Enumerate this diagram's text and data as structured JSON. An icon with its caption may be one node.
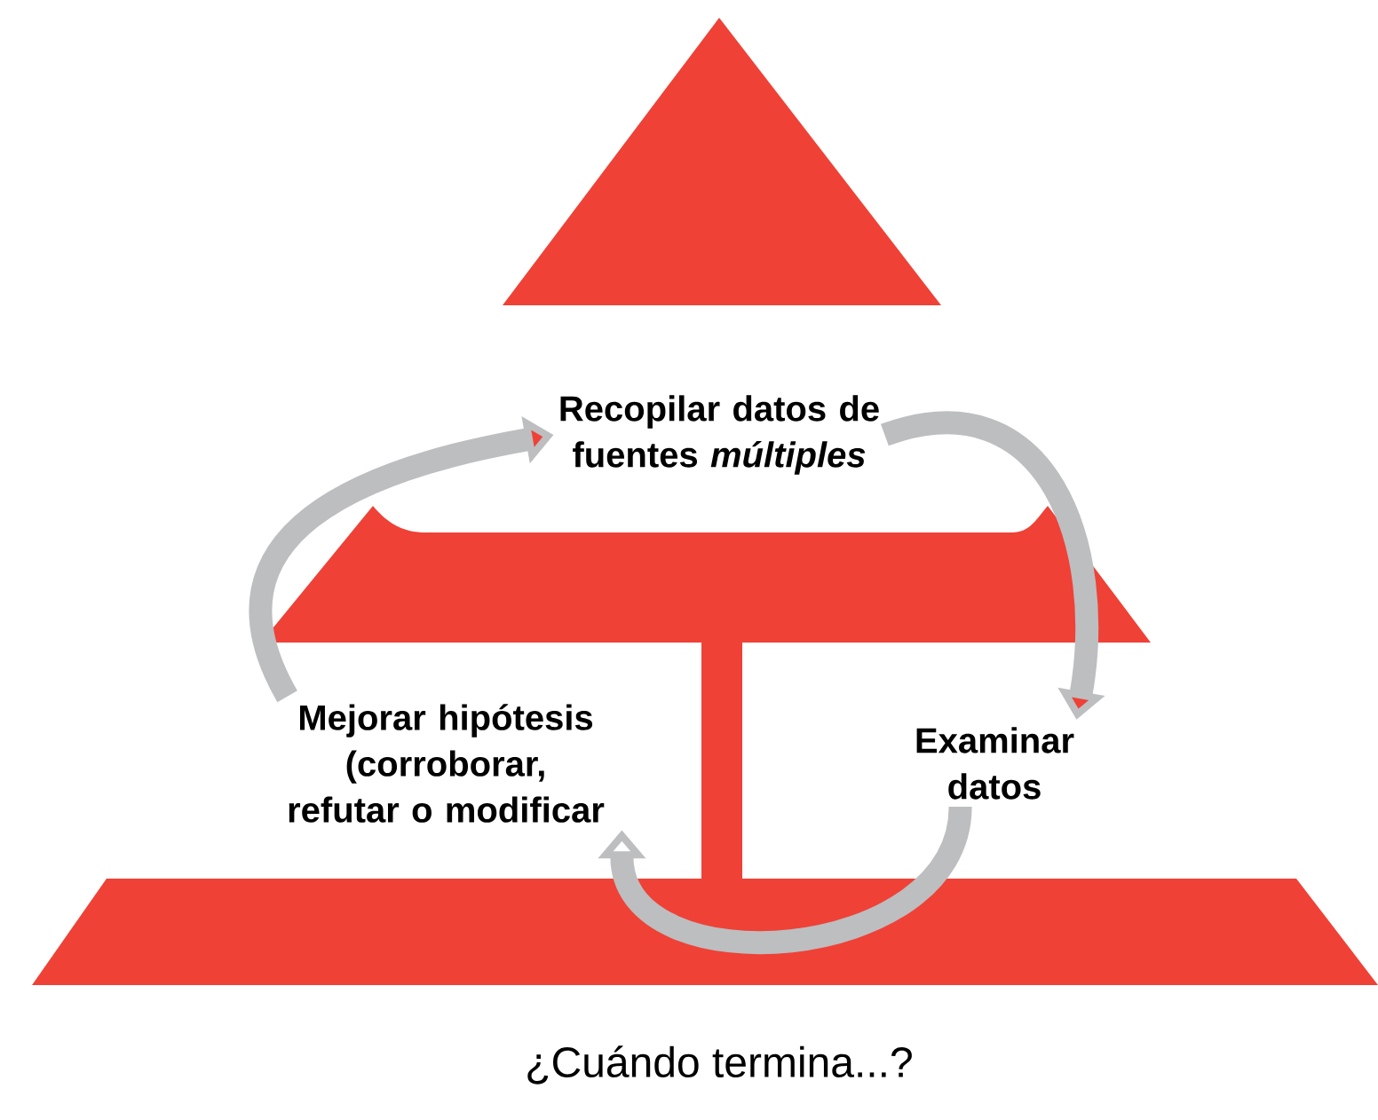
{
  "diagram": {
    "nodes": [
      {
        "text": [
          "Recopilar datos de fuentes *múltiples*"
        ]
      },
      {
        "text": [
          "Mejorar hipótesis (corroborar, refutar o modificar"
        ]
      },
      {
        "text": [
          "Examinar datos"
        ]
      }
    ],
    "edges": [
      {
        "from": 1,
        "to": 0,
        "arrow": "to"
      },
      {
        "from": 0,
        "to": 2,
        "arrow": "to"
      },
      {
        "from": 2,
        "to": 1,
        "arrow": "to"
      }
    ],
    "labels": [
      "¿Cuándo termina...?"
    ]
  }
}
